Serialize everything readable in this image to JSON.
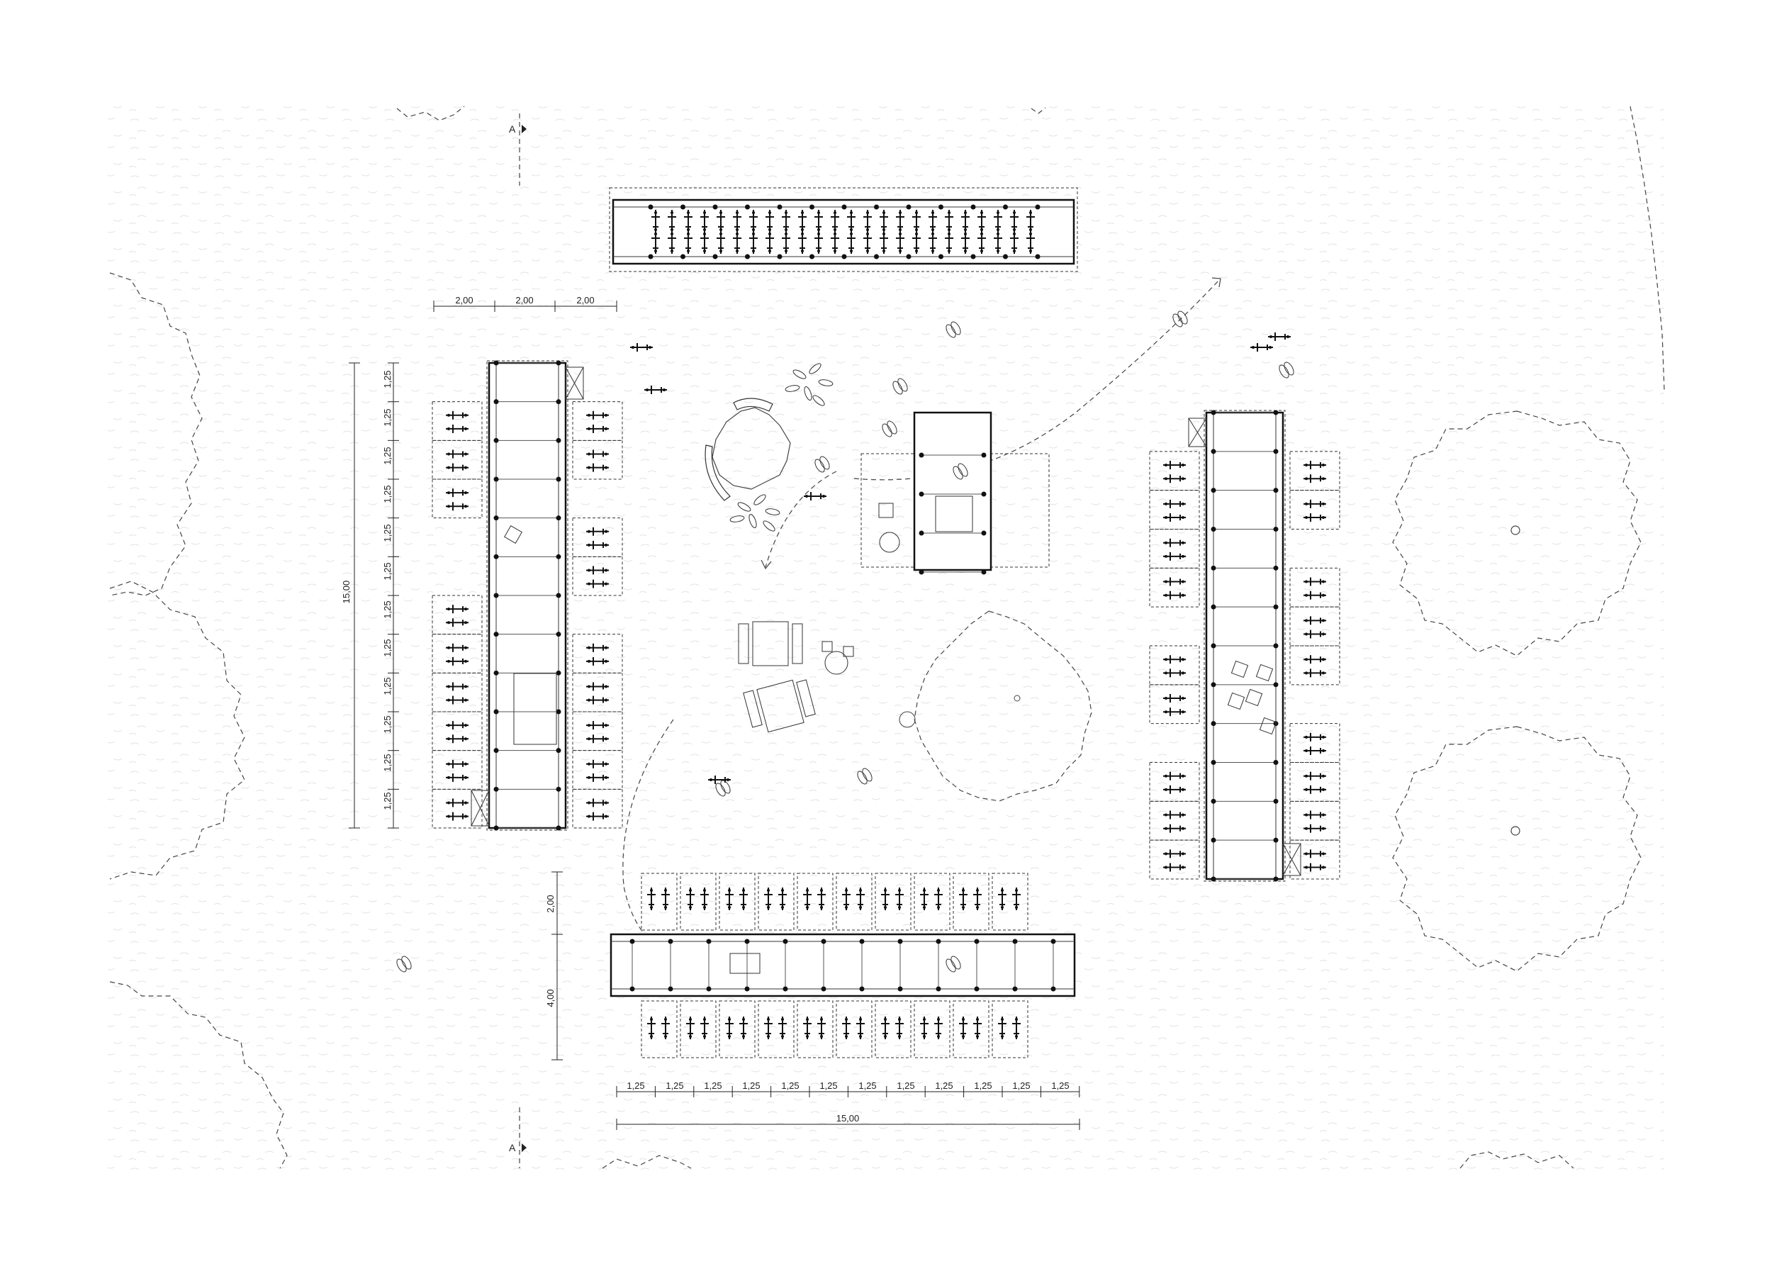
{
  "section_marks": {
    "top": "A",
    "bottom": "A"
  },
  "dimensions": {
    "left_top_spans": [
      "2,00",
      "2,00",
      "2,00"
    ],
    "left_vertical_modules": [
      "1,25",
      "1,25",
      "1,25",
      "1,25",
      "1,25",
      "1,25",
      "1,25",
      "1,25",
      "1,25",
      "1,25",
      "1,25",
      "1,25"
    ],
    "left_vertical_total": "15,00",
    "bottom_vertical_spans": [
      "2,00",
      "4,00"
    ],
    "bottom_modules": [
      "1,25",
      "1,25",
      "1,25",
      "1,25",
      "1,25",
      "1,25",
      "1,25",
      "1,25",
      "1,25",
      "1,25",
      "1,25",
      "1,25"
    ],
    "bottom_total": "15,00"
  }
}
